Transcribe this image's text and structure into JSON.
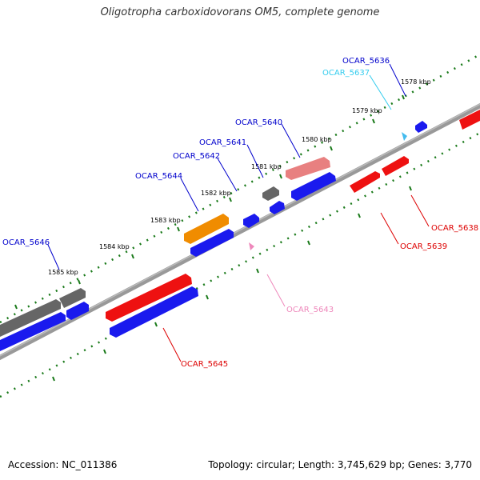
{
  "title": "Oligotropha carboxidovorans OM5, complete genome",
  "accession": "Accession: NC_011386",
  "summary": "Topology: circular; Length: 3,745,629 bp; Genes: 3,770",
  "colors": {
    "backbone": "#888888",
    "tick_dots": "#1a7a1a",
    "gene_forward_blue": "#1a1aee",
    "gene_red": "#ee1111",
    "gene_grey": "#666666",
    "gene_orange": "#f08c00",
    "gene_pink": "#e88080",
    "label_blue": "#0000cc",
    "label_red": "#dd0000",
    "label_cyan": "#33ccee",
    "label_pink": "#ee88bb"
  },
  "scale_ticks": [
    "1578 kbp",
    "1579 kbp",
    "1580 kbp",
    "1581 kbp",
    "1582 kbp",
    "1583 kbp",
    "1584 kbp",
    "1585 kbp"
  ],
  "gene_labels": [
    "OCAR_5636",
    "OCAR_5637",
    "OCAR_5638",
    "OCAR_5639",
    "OCAR_5640",
    "OCAR_5641",
    "OCAR_5642",
    "OCAR_5643",
    "OCAR_5644",
    "OCAR_5645",
    "OCAR_5646"
  ]
}
